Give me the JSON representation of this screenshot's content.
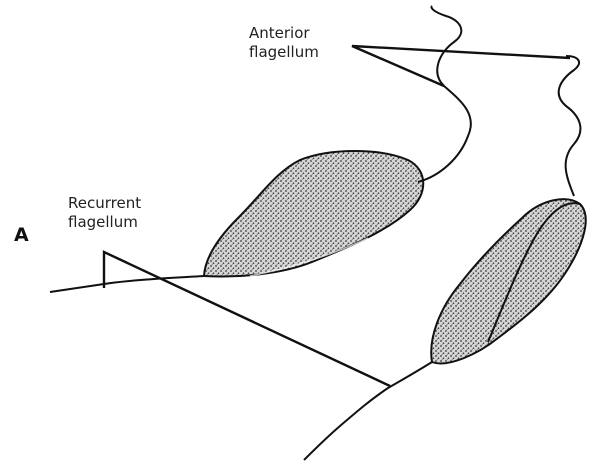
{
  "figure": {
    "panel_letter": "A",
    "labels": {
      "anterior": [
        "Anterior",
        "flagellum"
      ],
      "recurrent": [
        "Recurrent",
        "flagellum"
      ]
    },
    "colors": {
      "ink": "#111111",
      "stipple": "#3a3a3a",
      "background": "#ffffff"
    }
  }
}
